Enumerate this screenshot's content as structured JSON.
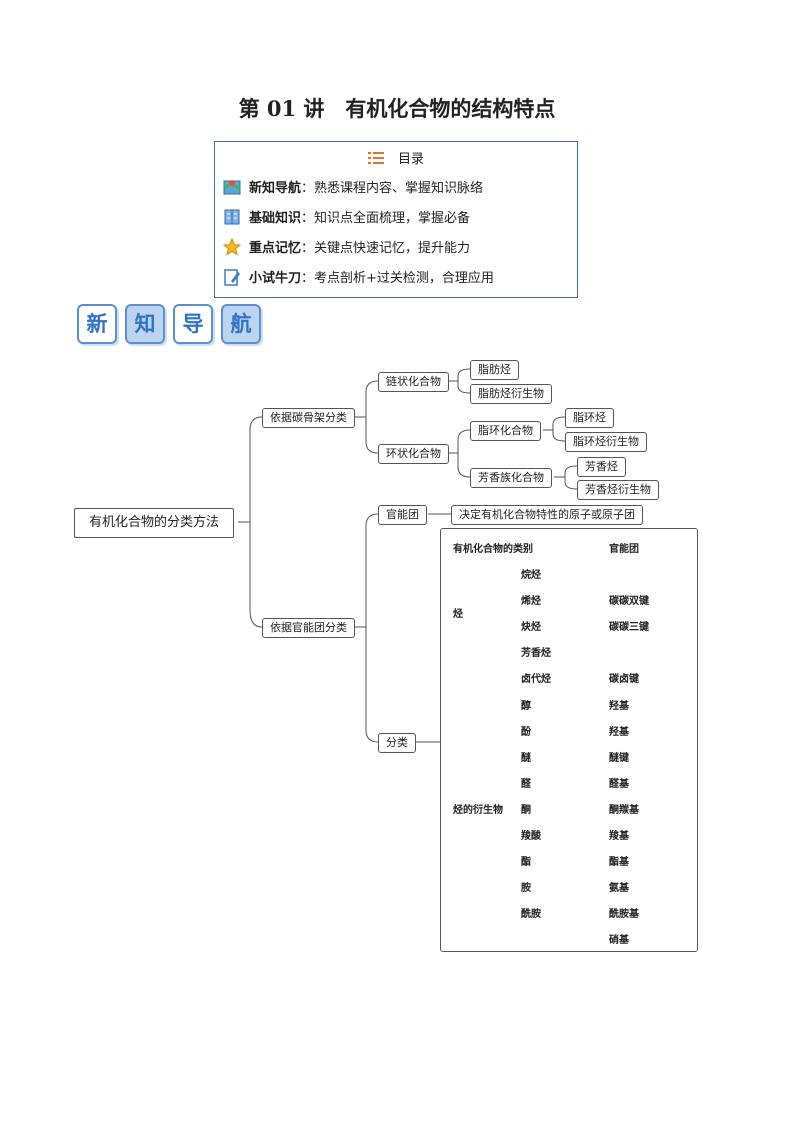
{
  "title": "第 01 讲　有机化合物的结构特点",
  "toc": {
    "heading": "目录",
    "items": [
      {
        "label": "新知导航",
        "sep": "：",
        "desc": "熟悉课程内容、掌握知识脉络",
        "icon": "map-icon"
      },
      {
        "label": "基础知识",
        "sep": "：",
        "desc": "知识点全面梳理，掌握必备",
        "icon": "book-icon"
      },
      {
        "label": "重点记忆",
        "sep": "：",
        "desc": "关键点快速记忆，提升能力",
        "icon": "star-icon"
      },
      {
        "label": "小试牛刀",
        "sep": "：",
        "desc": "考点剖析+过关检测，合理应用",
        "icon": "edit-note-icon"
      }
    ]
  },
  "nav_banner": [
    "新",
    "知",
    "导",
    "航"
  ],
  "mindmap": {
    "root": "有机化合物的分类方法",
    "by_skeleton": "依据碳骨架分类",
    "chain": "链状化合物",
    "chain_children": [
      "脂肪烃",
      "脂肪烃衍生物"
    ],
    "ring": "环状化合物",
    "alicyclic": "脂环化合物",
    "alicyclic_children": [
      "脂环烃",
      "脂环烃衍生物"
    ],
    "aromatic": "芳香族化合物",
    "aromatic_children": [
      "芳香烃",
      "芳香烃衍生物"
    ],
    "by_group": "依据官能团分类",
    "group": "官能团",
    "group_def": "决定有机化合物特性的原子或原子团",
    "classify": "分类"
  },
  "table": {
    "header_category": "有机化合物的类别",
    "header_group": "官能团",
    "hydrocarbon_label": "烃",
    "derivative_label": "烃的衍生物",
    "rows": [
      {
        "name": "烷烃",
        "group": ""
      },
      {
        "name": "烯烃",
        "group": "碳碳双键"
      },
      {
        "name": "炔烃",
        "group": "碳碳三键"
      },
      {
        "name": "芳香烃",
        "group": ""
      },
      {
        "name": "卤代烃",
        "group": "碳卤键"
      },
      {
        "name": "醇",
        "group": "羟基"
      },
      {
        "name": "酚",
        "group": "羟基"
      },
      {
        "name": "醚",
        "group": "醚键"
      },
      {
        "name": "醛",
        "group": "醛基"
      },
      {
        "name": "酮",
        "group": "酮羰基"
      },
      {
        "name": "羧酸",
        "group": "羧基"
      },
      {
        "name": "酯",
        "group": "酯基"
      },
      {
        "name": "胺",
        "group": "氨基"
      },
      {
        "name": "酰胺",
        "group": "酰胺基"
      },
      {
        "name": "",
        "group": "硝基"
      }
    ]
  },
  "colors": {
    "toc_border": "#3f6f9a",
    "nav_blue": "#2f73c7",
    "nav_fill": "#bcd4ef",
    "line": "#555555"
  }
}
